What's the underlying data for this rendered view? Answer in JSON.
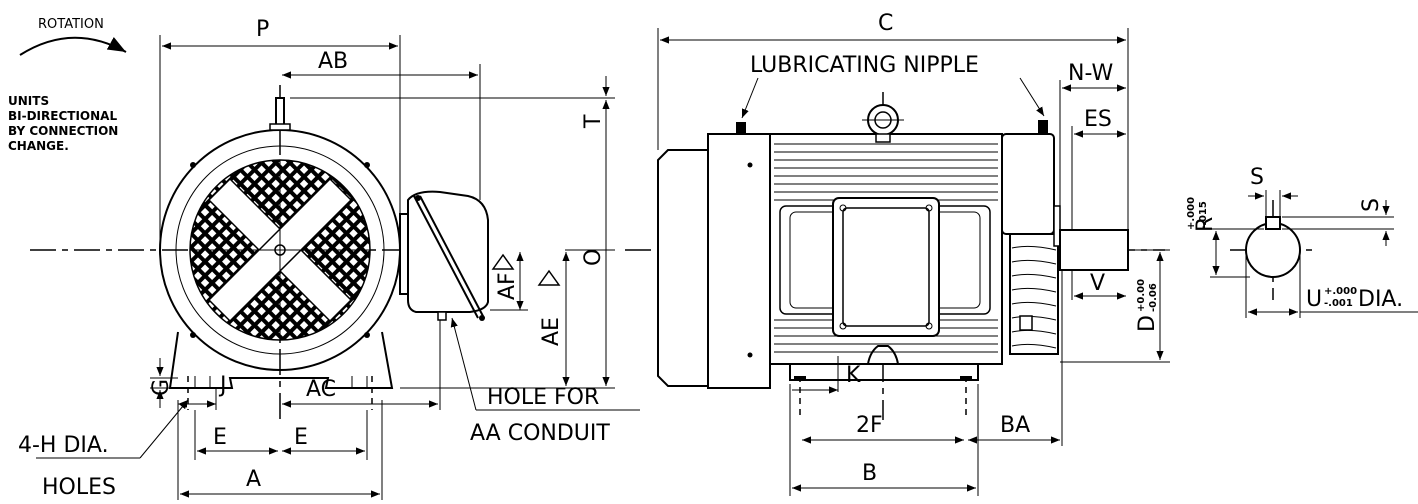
{
  "notes": {
    "rotation": "ROTATION",
    "units_1": "UNITS",
    "units_2": "BI-DIRECTIONAL",
    "units_3": "BY CONNECTION",
    "units_4": "CHANGE."
  },
  "dims_front": {
    "P": "P",
    "AB": "AB",
    "T": "T",
    "O": "O",
    "AE": "AE",
    "AF": "AF",
    "G": "G",
    "J": "J",
    "AC": "AC",
    "E1": "E",
    "E2": "E",
    "A": "A"
  },
  "callouts": {
    "hole_for": "HOLE FOR",
    "aa_conduit": "AA CONDUIT",
    "holes_1": "4-H DIA.",
    "holes_2": "HOLES"
  },
  "dims_side": {
    "C": "C",
    "lubricating": "LUBRICATING NIPPLE",
    "NW": "N-W",
    "ES": "ES",
    "V": "V",
    "K": "K",
    "F2": "2F",
    "BA": "BA",
    "B": "B",
    "D": "D",
    "D_tol_plus": "+0.00",
    "D_tol_minus": "-0.06"
  },
  "dims_shaft": {
    "S1": "S",
    "S2": "S",
    "R": "R",
    "R_tol_plus": "+.000",
    "R_tol_minus": "-.015",
    "U": "U",
    "U_tol_plus": "+.000",
    "U_tol_minus": "-.001",
    "U_dia": "DIA."
  }
}
